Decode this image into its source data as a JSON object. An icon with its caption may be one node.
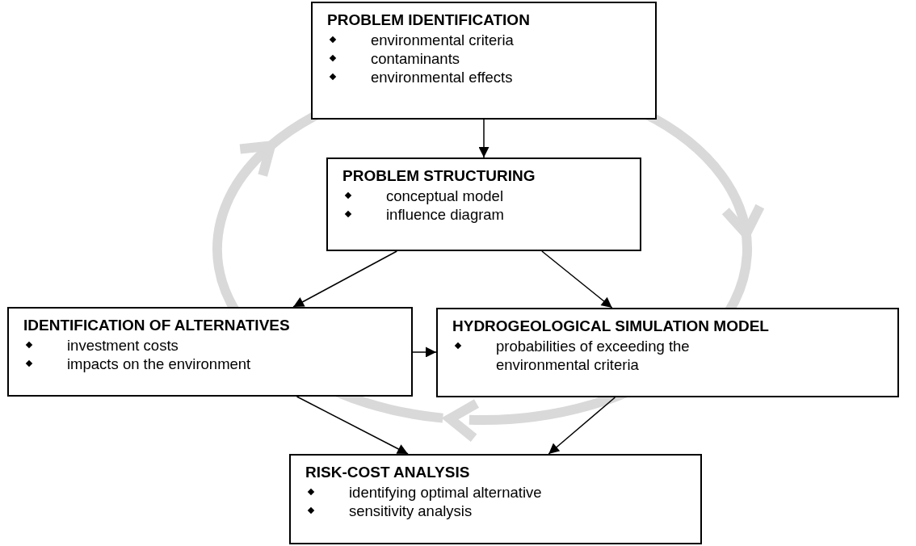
{
  "diagram": {
    "nodes": [
      {
        "text": [
          "PROBLEM IDENTIFICATION",
          "environmental criteria",
          "contaminants",
          "environmental effects"
        ]
      },
      {
        "text": [
          "PROBLEM STRUCTURING",
          "conceptual model",
          "influence diagram"
        ]
      },
      {
        "text": [
          "IDENTIFICATION OF ALTERNATIVES",
          "investment costs",
          "impacts on the environment"
        ]
      },
      {
        "text": [
          "HYDROGEOLOGICAL SIMULATION MODEL",
          "probabilities of exceeding the environmental criteria"
        ]
      },
      {
        "text": [
          "RISK-COST ANALYSIS",
          "identifying optimal alternative",
          "sensitivity analysis"
        ]
      }
    ],
    "edges": [
      {
        "from": 0,
        "to": 1,
        "arrow": "to"
      },
      {
        "from": 1,
        "to": 2,
        "arrow": "to"
      },
      {
        "from": 1,
        "to": 3,
        "arrow": "to"
      },
      {
        "from": 2,
        "to": 3,
        "arrow": "to"
      },
      {
        "from": 2,
        "to": 4,
        "arrow": "to"
      },
      {
        "from": 3,
        "to": 4,
        "arrow": "to"
      }
    ]
  }
}
